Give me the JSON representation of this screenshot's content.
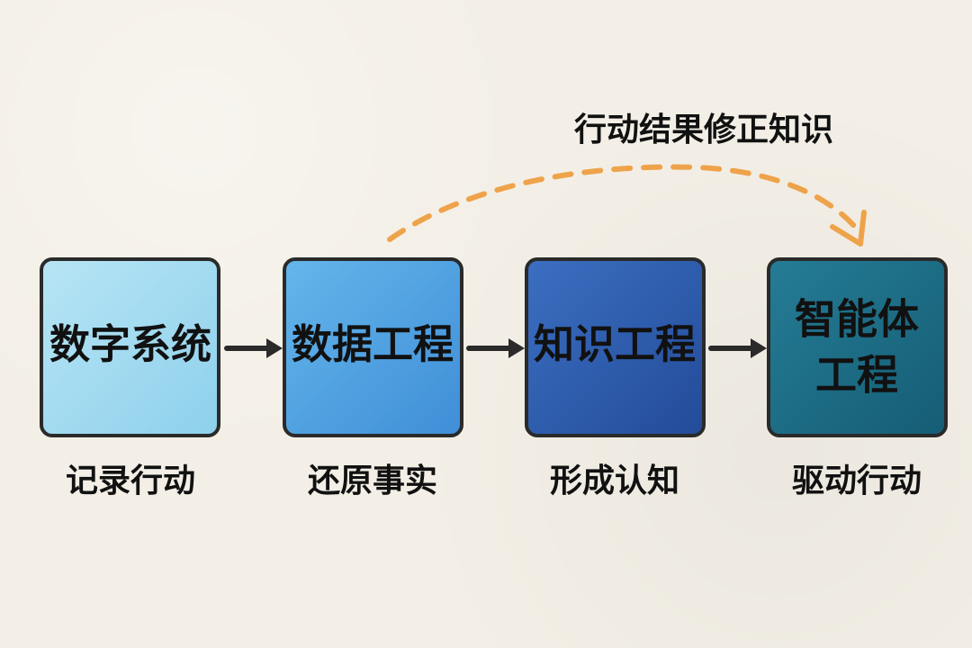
{
  "diagram": {
    "feedback_label": "行动结果修正知识",
    "nodes": [
      {
        "title_lines": [
          "数字系统"
        ],
        "caption": "记录行动",
        "fill_top": "#b7e5f5",
        "fill_bottom": "#8ed0ec"
      },
      {
        "title_lines": [
          "数据工程"
        ],
        "caption": "还原事实",
        "fill_top": "#64b6ea",
        "fill_bottom": "#3f8ed8"
      },
      {
        "title_lines": [
          "知识工程"
        ],
        "caption": "形成认知",
        "fill_top": "#3b6fc1",
        "fill_bottom": "#234b99"
      },
      {
        "title_lines": [
          "智能体",
          "工程"
        ],
        "caption": "驱动行动",
        "fill_top": "#257c95",
        "fill_bottom": "#155d75"
      }
    ],
    "colors": {
      "stroke": "#2a2a2a",
      "accent": "#eea34b",
      "text": "#111111",
      "background": "#f3efe6"
    }
  }
}
